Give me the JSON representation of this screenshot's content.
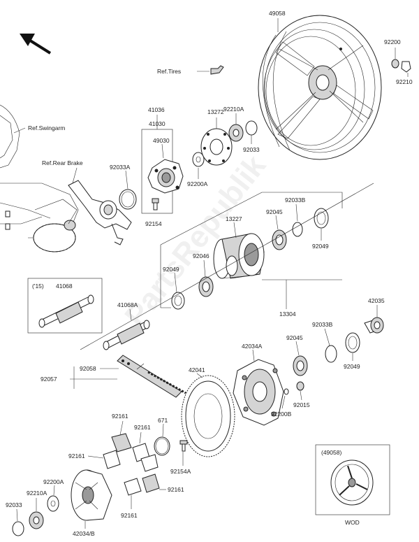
{
  "labels": {
    "p49058": "49058",
    "p92200": "92200",
    "p92210": "92210",
    "ref_tires": "Ref.Tires",
    "ref_swingarm": "Ref.Swingarm",
    "ref_rear_brake": "Ref.Rear Brake",
    "p41036": "41036",
    "p41030": "41030",
    "p49030": "49030",
    "p13272": "13272",
    "p92210a": "92210A",
    "p92033_top": "92033",
    "p92033a": "92033A",
    "p92200a_top": "92200A",
    "p92154": "92154",
    "p13227": "13227",
    "p92045_top": "92045",
    "p92033b_top": "92033B",
    "p92049_top": "92049",
    "p92046": "92046",
    "p92049_left": "92049",
    "p13304": "13304",
    "p15_tag": "('15)",
    "p41068": "41068",
    "p41068a": "41068A",
    "p42035": "42035",
    "p92033b_r": "92033B",
    "p92045_r": "92045",
    "p92049_r": "92049",
    "p42034a": "42034A",
    "p92015": "92015",
    "p92200b": "92200B",
    "p92057": "92057",
    "p92058": "92058",
    "p42041": "42041",
    "p671": "671",
    "p92154a": "92154A",
    "p92161_a": "92161",
    "p92161_b": "92161",
    "p92161_c": "92161",
    "p92161_d": "92161",
    "p92161_e": "92161",
    "p92200a_bot": "92200A",
    "p92210a_bot": "92210A",
    "p92033_bot": "92033",
    "p42034b": "42034/B",
    "inset_title": "(49058)",
    "inset_caption": "WOD"
  },
  "icons": {
    "direction_arrow": "arrow-up-left-icon",
    "watermark": "partsrepublik-watermark"
  },
  "watermark_text": "PartsRepublik"
}
